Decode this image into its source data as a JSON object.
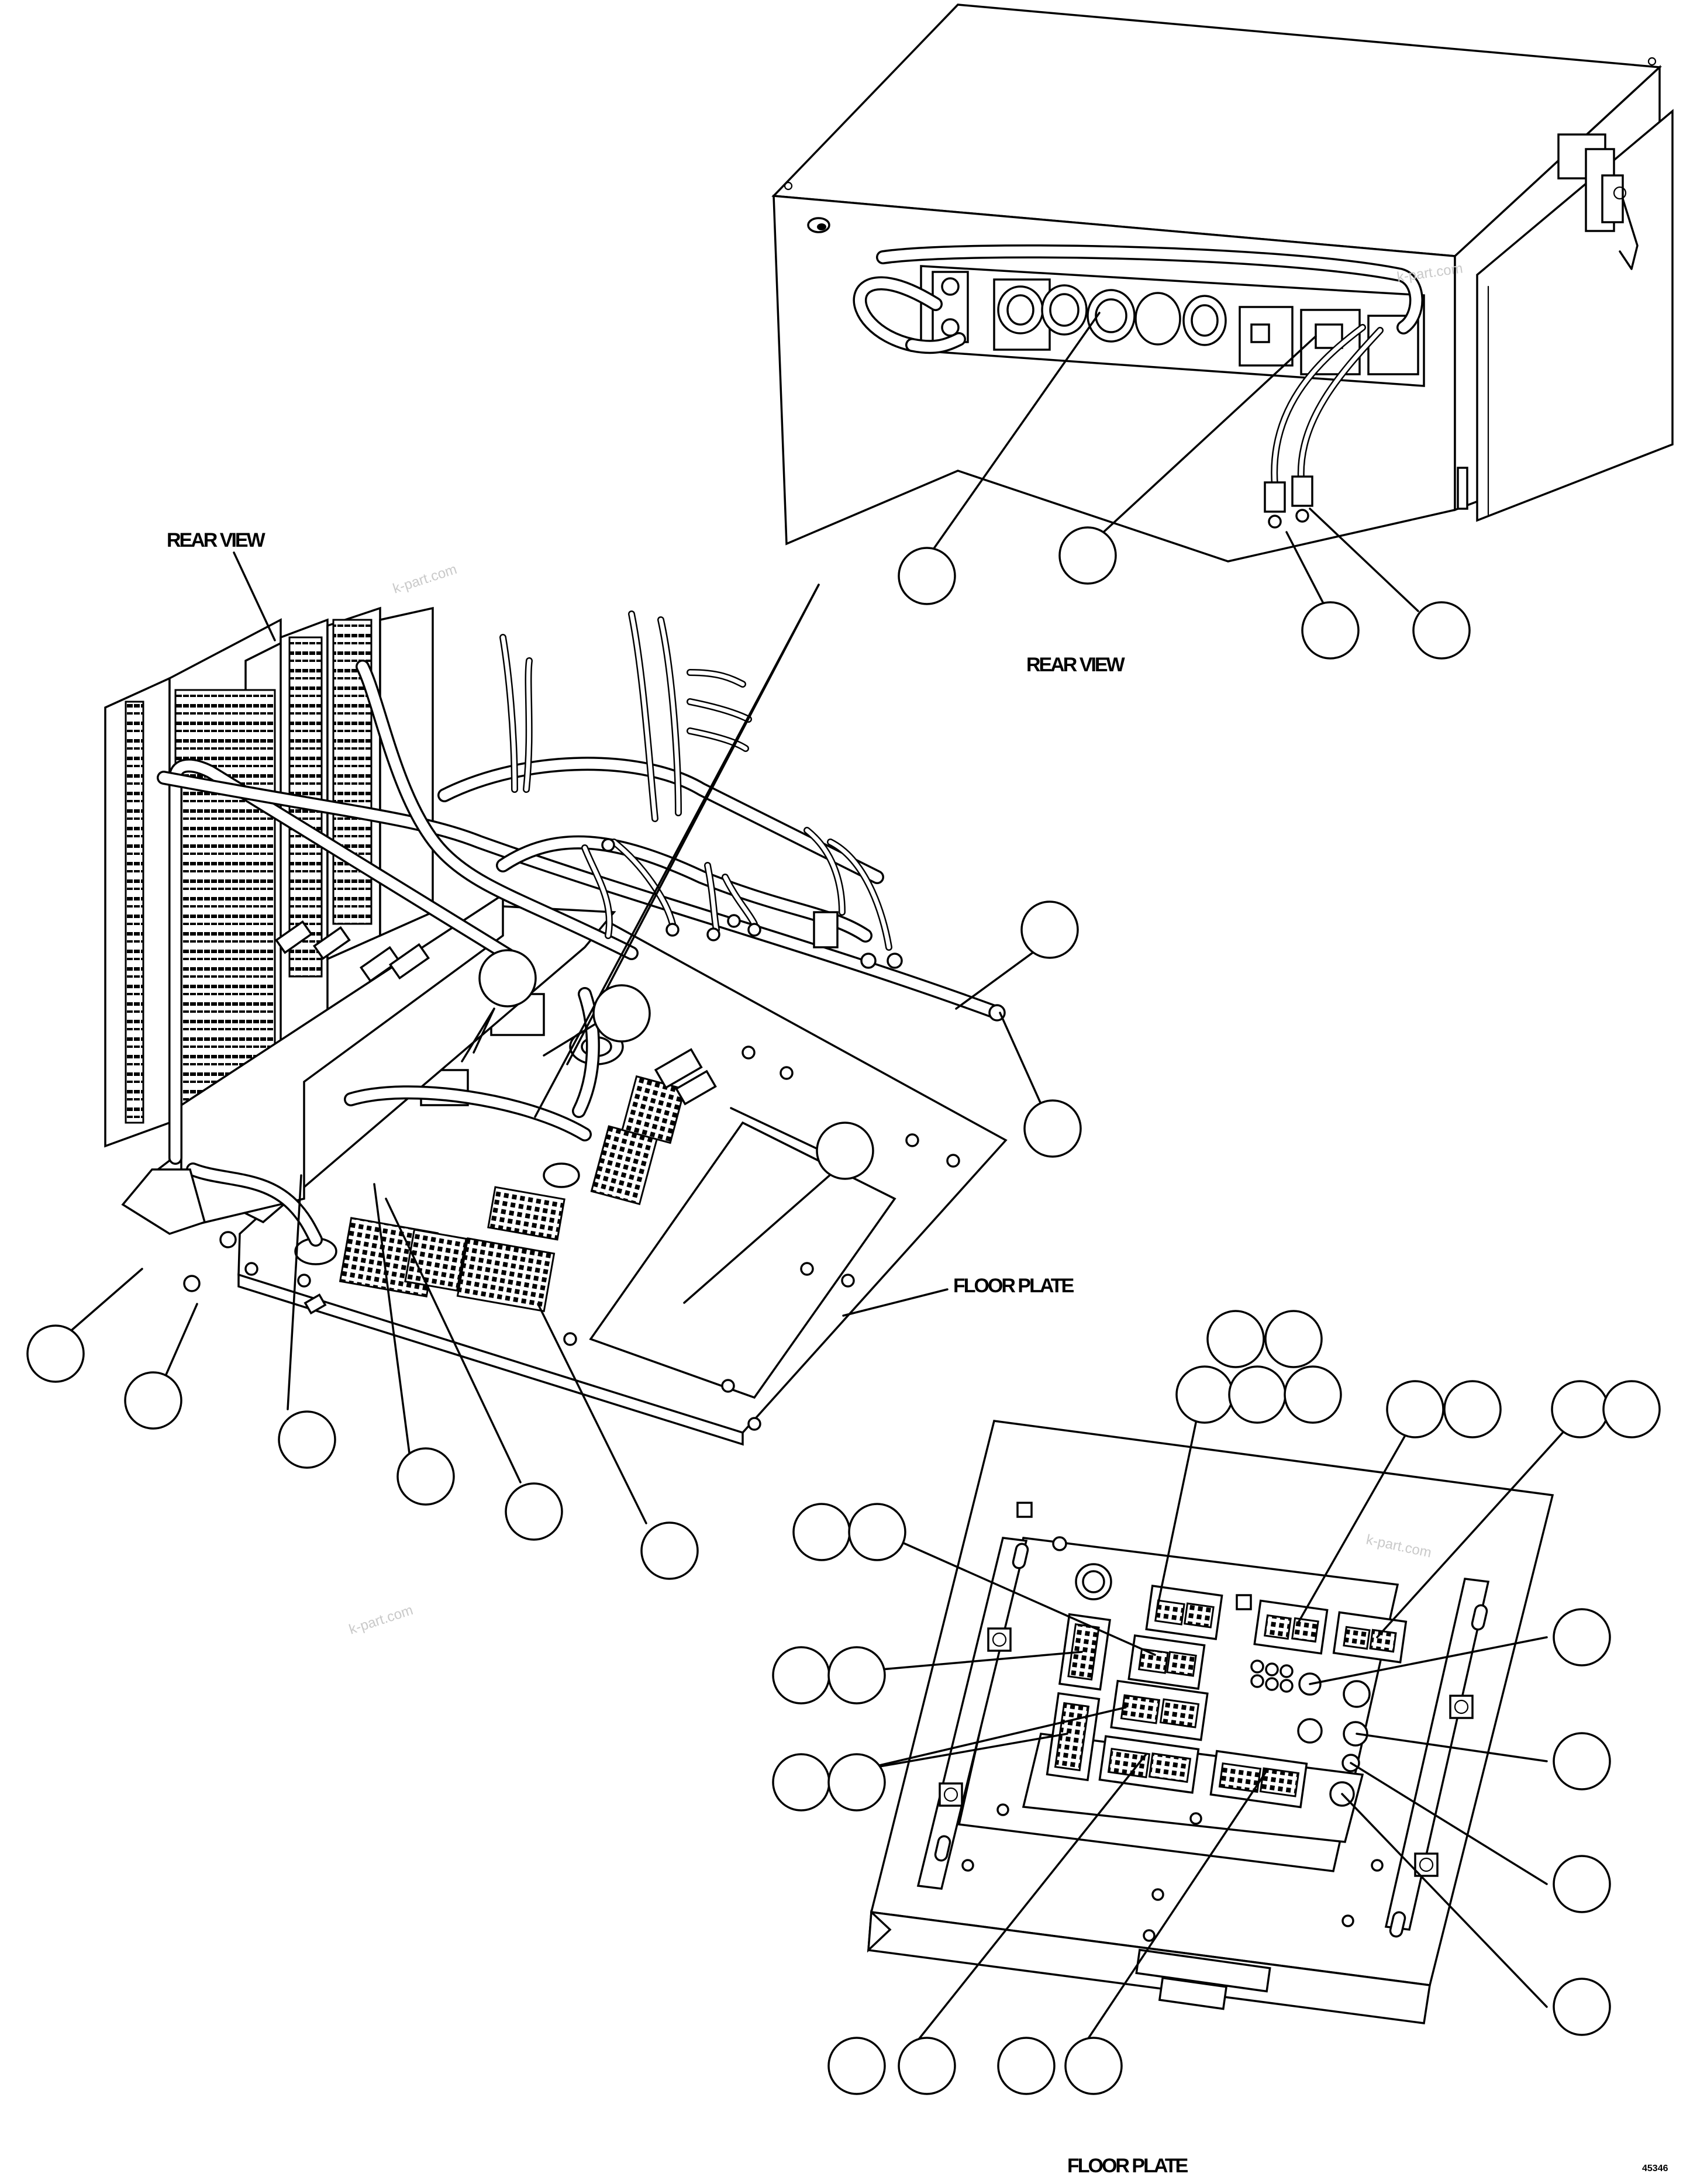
{
  "labels": {
    "rear_view_top": "REAR VIEW",
    "rear_view_left": "REAR VIEW",
    "floor_plate_left": "FLOOR PLATE",
    "floor_plate_bottom": "FLOOR PLATE",
    "doc_number": "45346"
  },
  "watermarks": [
    "k-part.com",
    "k-part.com",
    "k-part.com",
    "k-part.com"
  ],
  "callouts": {
    "count": 43,
    "numbers": []
  }
}
